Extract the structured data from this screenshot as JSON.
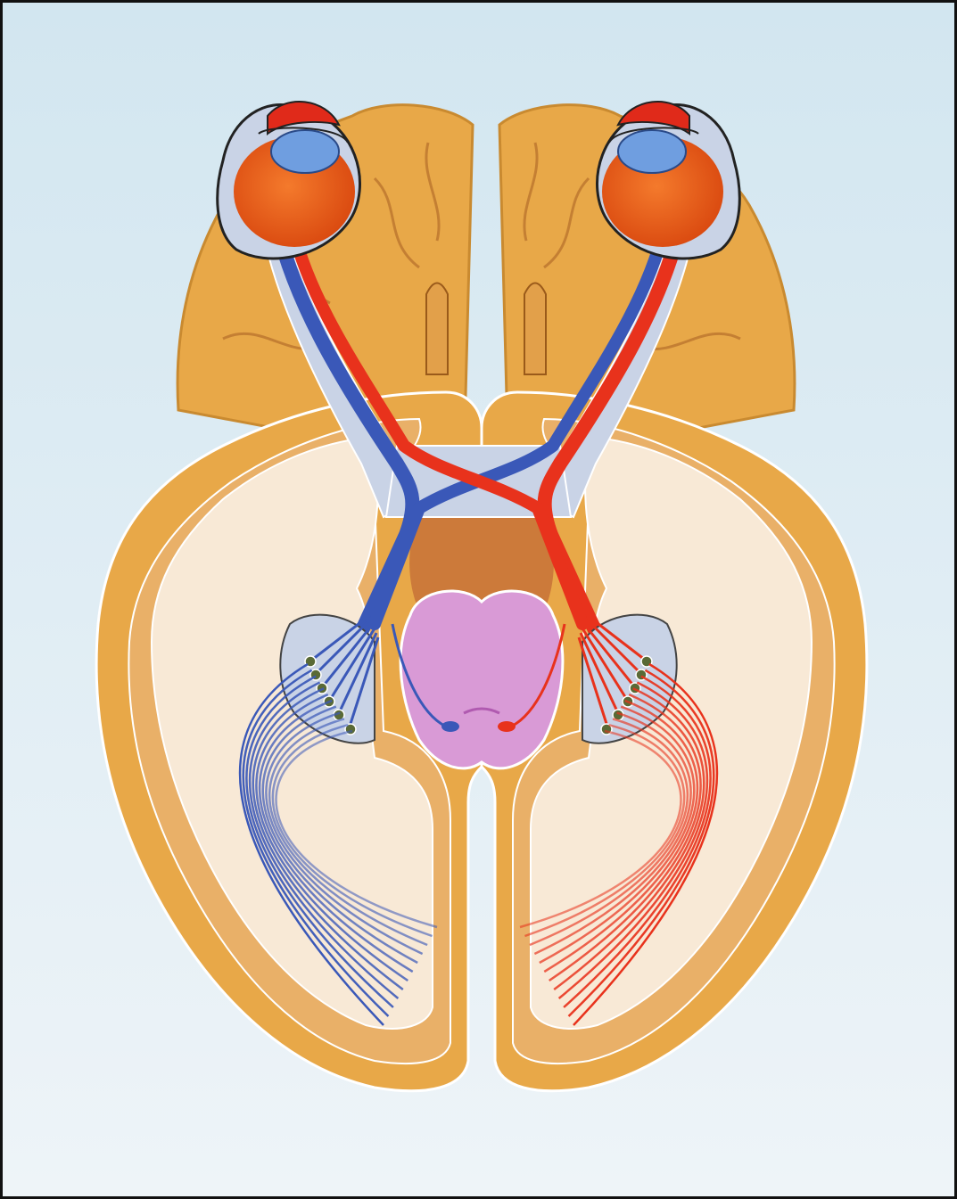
{
  "diagram": {
    "labels": [],
    "colors": {
      "background_top": "#d2e6f0",
      "background_bottom": "#eef4f8",
      "brain_outer": "#e8a848",
      "brain_sulci": "#b8722c",
      "cortex": "#e9b068",
      "white_matter": "#f8e9d6",
      "pathway_left": "#3a58b8",
      "pathway_right": "#e8321c",
      "optic_sheath": "#c9d3e6",
      "eyeball": "#f2601c",
      "iris": "#6f9ee0",
      "eyelid": "#e02a1a",
      "brainstem": "#d99ad6",
      "hypothalamus": "#cc7a3a",
      "lgn_nuclei": "#5a6a36"
    },
    "icons": [
      "eye-icon",
      "optic-chiasm",
      "lateral-geniculate-nucleus",
      "optic-radiation",
      "visual-cortex",
      "brainstem"
    ]
  }
}
